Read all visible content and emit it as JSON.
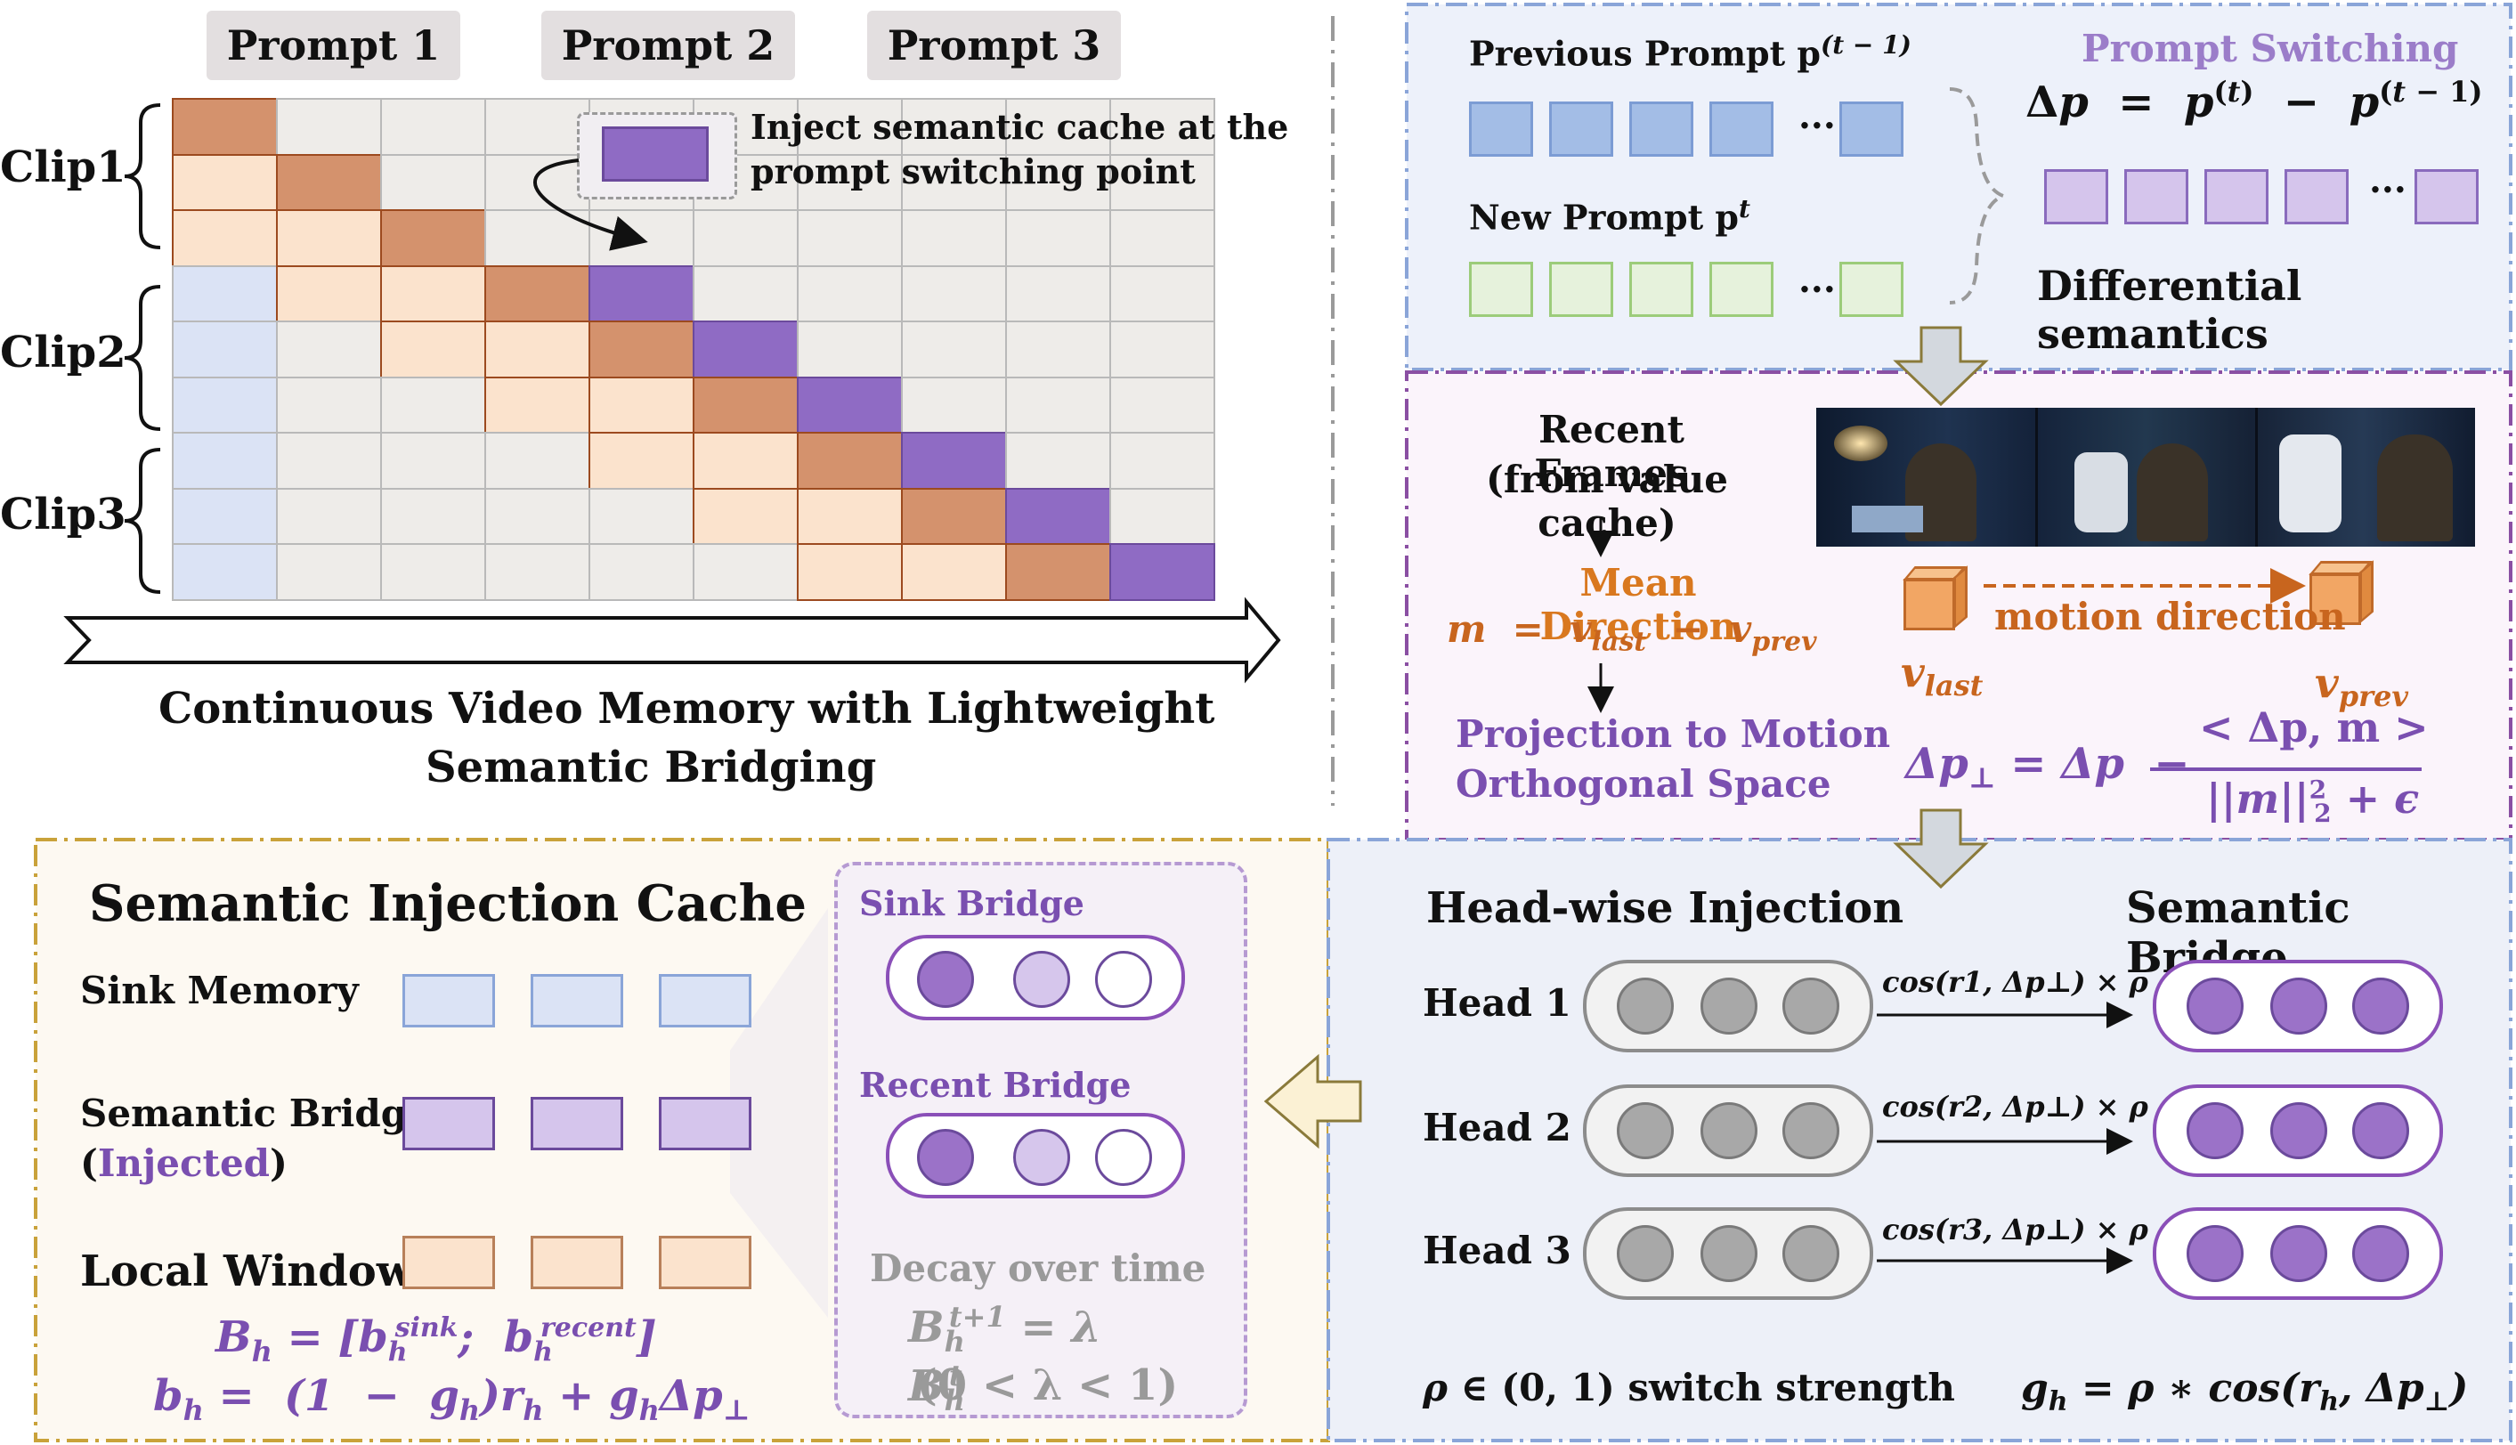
{
  "top_left": {
    "prompts": [
      "Prompt 1",
      "Prompt 2",
      "Prompt 3"
    ],
    "clips": [
      "Clip1",
      "Clip2",
      "Clip3"
    ],
    "inject_note_line1": "Inject semantic cache at the",
    "inject_note_line2": "prompt switching point",
    "caption_line1": "Continuous Video Memory with Lightweight",
    "caption_line2": "Semantic Bridging"
  },
  "prompt_panel": {
    "prev_prompt": "Previous Prompt p",
    "prev_sup": "(t − 1)",
    "new_prompt": "New Prompt p",
    "new_sup": "t",
    "ellipsis": "···",
    "switching_title": "Prompt Switching",
    "delta_eq": "Δp = p(t) − p(t − 1)",
    "diff_semantics": "Differential semantics"
  },
  "motion_panel": {
    "recent_frames_line1": "Recent Frames",
    "recent_frames_line2": "(from value cache)",
    "mean_direction": "Mean Direction",
    "m_eq": "m = vlast − vprev",
    "projection_line1": "Projection to Motion",
    "projection_line2": "Orthogonal Space",
    "motion_direction": "motion direction",
    "v_last": "vlast",
    "v_prev": "vprev",
    "perp_eq_left": "Δp⊥ = Δp −",
    "perp_eq_num": "< Δp, m >",
    "perp_eq_den": "||m||²₂ + ϵ"
  },
  "cache_panel": {
    "title": "Semantic Injection Cache",
    "sink_memory": "Sink Memory",
    "semantic_bridge": "Semantic Bridge",
    "injected_open": "(",
    "injected": "Injected",
    "injected_close": ")",
    "local_window": "Local Window",
    "bh_eq": "Bh = [bhsink; bhrecent]",
    "bh2_eq": "bh = (1 − gh)rh + ghΔp⊥",
    "sink_bridge": "Sink Bridge",
    "recent_bridge": "Recent Bridge",
    "decay": "Decay over time",
    "decay_eq": "Bht+1 = λ Bht",
    "lambda_range": "(0 < λ < 1)"
  },
  "head_panel": {
    "title": "Head-wise Injection",
    "bridge_title": "Semantic Bridge",
    "heads": [
      "Head 1",
      "Head 2",
      "Head 3"
    ],
    "arrow_labels": [
      "cos(r1, Δp⊥) × ρ",
      "cos(r2, Δp⊥) × ρ",
      "cos(r3, Δp⊥) × ρ"
    ],
    "rho_note": "ρ ∈ (0, 1) switch strength",
    "gh_eq": "gh = ρ ∗ cos(rh, Δp⊥)"
  },
  "colors": {
    "purple": "#8f6bc4",
    "light_purple": "#d5c5ec",
    "blue": "#a3bde6",
    "light_blue": "#dbe3f5",
    "green": "#e6f2dc",
    "orange_dark": "#d4926d",
    "orange_light": "#fbe3cd",
    "grey_cell": "#eeece9"
  }
}
